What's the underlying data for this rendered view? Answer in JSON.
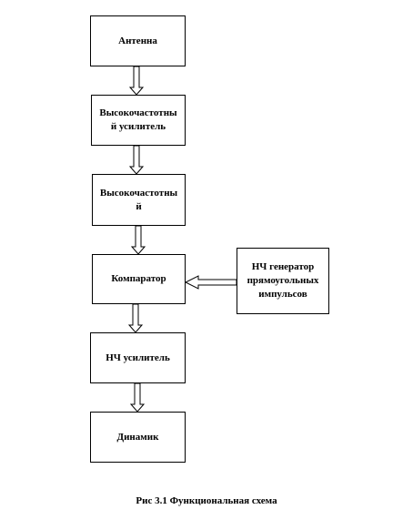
{
  "blocks": {
    "antenna": "Антенна",
    "hf_amplifier": "Высокочастотны\nй   усилитель",
    "hf_block": "Высокочастотны\nй",
    "comparator": "Компаратор",
    "lf_generator": "НЧ генератор\nпрямоугольных\nимпульсов",
    "lf_amplifier": "НЧ усилитель",
    "speaker": "Динамик"
  },
  "caption": "Рис 3.1  Функциональная схема"
}
